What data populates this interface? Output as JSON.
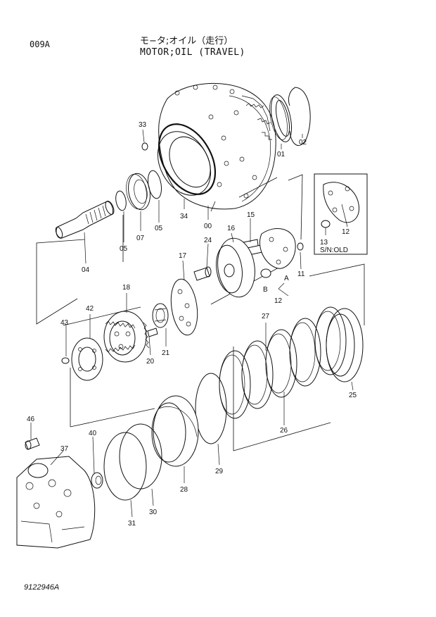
{
  "header": {
    "page_code": "009A",
    "title_jp": "モ−タ;オイル（走行）",
    "title_en": "MOTOR;OIL (TRAVEL)"
  },
  "inset": {
    "note": "S/N:OLD",
    "labels": [
      "12",
      "13"
    ]
  },
  "callouts": [
    "33",
    "01",
    "02",
    "34",
    "00",
    "05",
    "07",
    "05",
    "04",
    "15",
    "16",
    "11",
    "A",
    "B",
    "12",
    "24",
    "17",
    "18",
    "42",
    "43",
    "20",
    "21",
    "27",
    "25",
    "26",
    "29",
    "28",
    "30",
    "31",
    "46",
    "37",
    "40"
  ],
  "footer": {
    "drawing_number": "9122946A"
  }
}
